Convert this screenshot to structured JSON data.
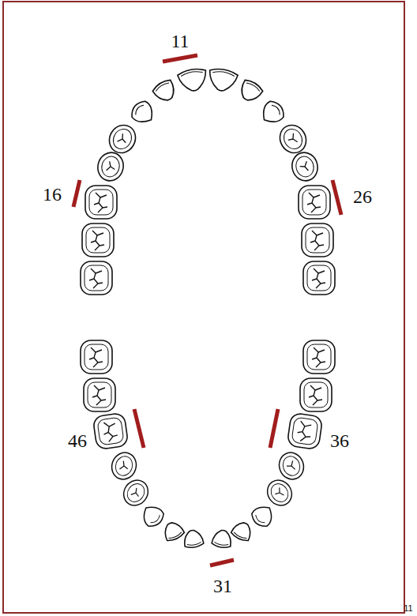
{
  "diagram": {
    "labels": [
      "11",
      "16",
      "26",
      "46",
      "36",
      "31",
      "11"
    ]
  }
}
